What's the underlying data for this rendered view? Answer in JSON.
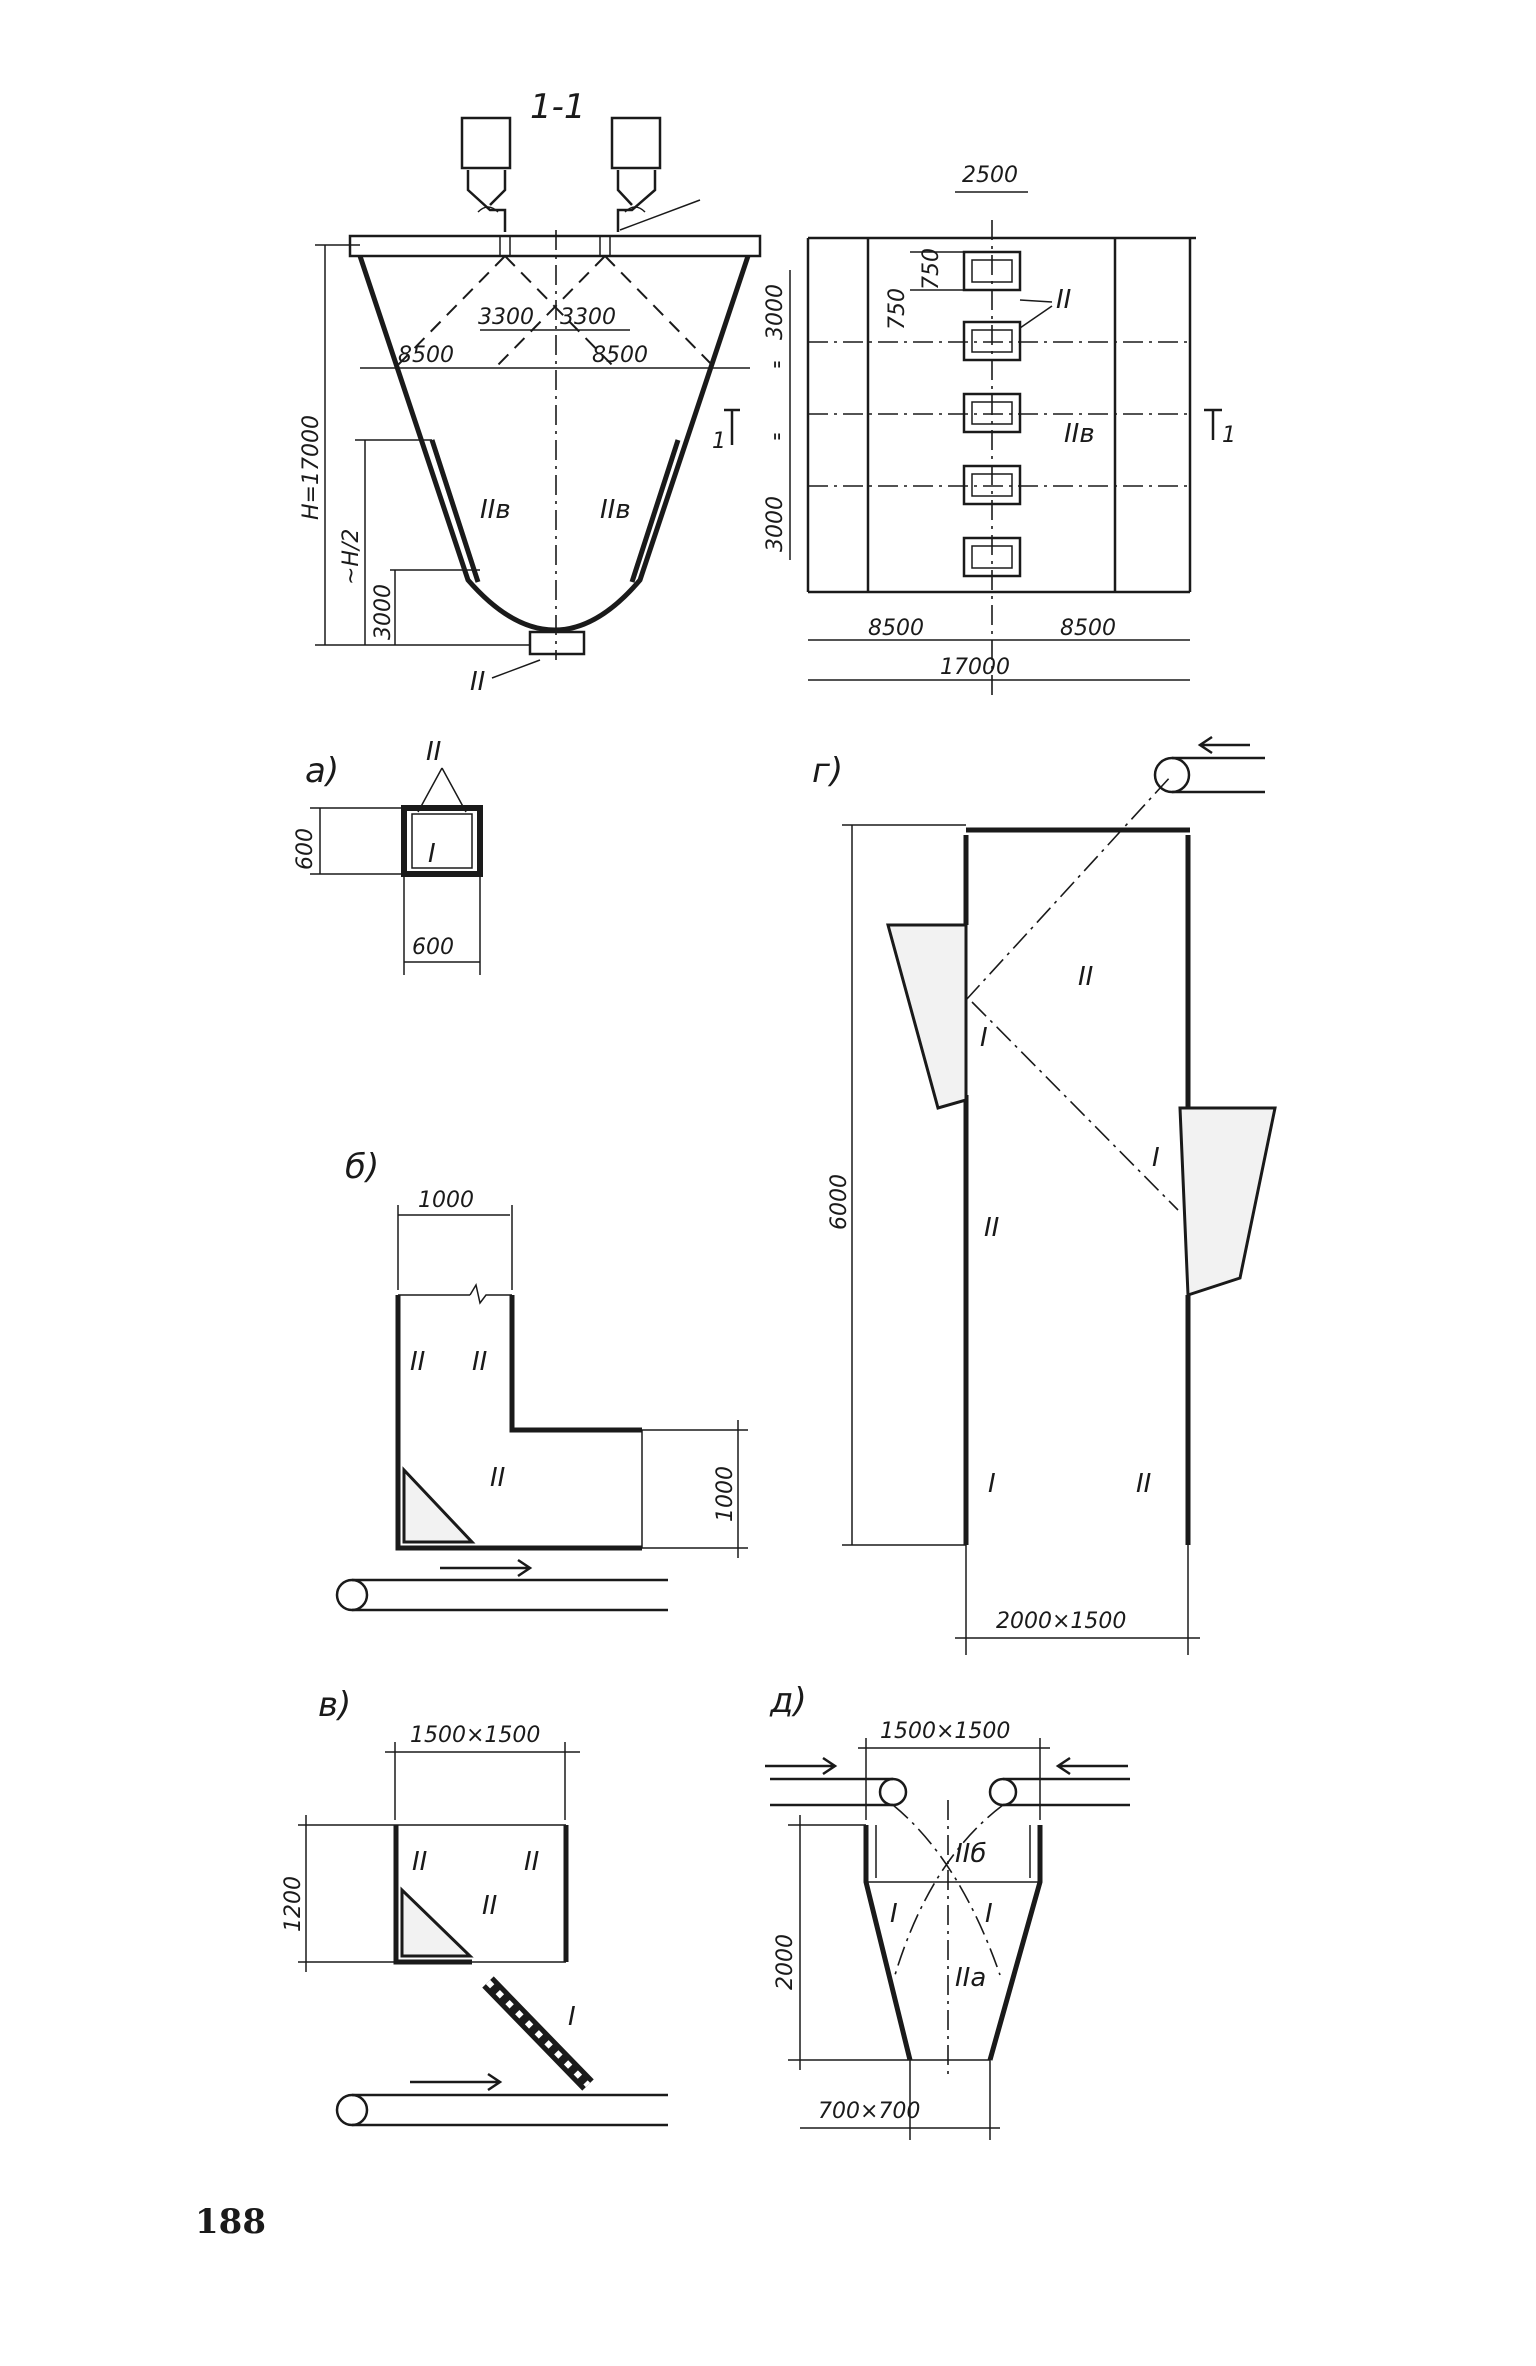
{
  "section_title": "1-1",
  "section_marker": "1",
  "top": {
    "dims": {
      "d3300a": "3300",
      "d3300b": "3300",
      "d8500a": "8500",
      "d8500b": "8500",
      "h": "H=17000",
      "h2": "~H/2",
      "d3000": "3000"
    },
    "labels": {
      "wall_left": "IIв",
      "wall_right": "IIв",
      "bottom": "II"
    }
  },
  "plan": {
    "dims": {
      "d2500": "2500",
      "d750a": "750",
      "d750b": "750",
      "d3000a": "3000",
      "quote_a": "\"",
      "quote_b": "\"",
      "d3000b": "3000",
      "d8500a": "8500",
      "d8500b": "8500",
      "d17000": "17000"
    },
    "labels": {
      "openings": "II",
      "wall": "IIв"
    }
  },
  "fig_a": {
    "letter": "а)",
    "zone_outer": "II",
    "zone_inner": "I",
    "d600h": "600",
    "d600w": "600"
  },
  "fig_b": {
    "letter": "б)",
    "d1000w": "1000",
    "d1000h": "1000",
    "z1": "II",
    "z2": "II",
    "z3": "II"
  },
  "fig_v": {
    "letter": "в)",
    "size": "1500×1500",
    "d1200": "1200",
    "z1": "II",
    "z2": "II",
    "z3": "II",
    "chute": "I"
  },
  "fig_g": {
    "letter": "г)",
    "d6000": "6000",
    "size": "2000×1500",
    "z_top": "II",
    "z_i1": "I",
    "z_i2": "I",
    "z_mid": "II",
    "z_bl": "I",
    "z_br": "II"
  },
  "fig_d": {
    "letter": "д)",
    "size_top": "1500×1500",
    "d2000": "2000",
    "size_bot": "700×700",
    "z_b": "IIб",
    "z_a": "IIа",
    "z_l": "I",
    "z_r": "I"
  },
  "page_number": "188"
}
